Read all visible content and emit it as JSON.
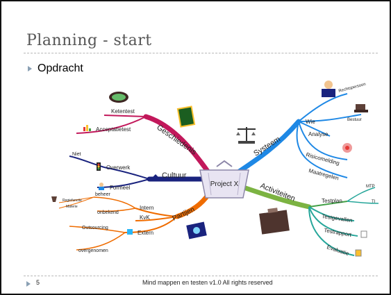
{
  "slide": {
    "title": "Planning - start",
    "bullet": "Opdracht",
    "page_number": "5",
    "footer": "Mind mappen en testen v1.0   All rights reserved"
  },
  "mindmap": {
    "center": "Project X",
    "branches": {
      "geschiedenis": {
        "label": "Geschiedenis",
        "color": "#c2185b",
        "children": [
          "Ketentest",
          "Acceptatietest"
        ]
      },
      "systeem": {
        "label": "Systeem",
        "color": "#1e88e5",
        "children": [
          "Wie",
          "Rechtspersoon",
          "Bestuur",
          "Analyse",
          "Risicomelding",
          "Maatregelen"
        ]
      },
      "cultuur": {
        "label": "Cultuur",
        "color": "#1a237e",
        "children": [
          "Overwerk",
          "Formeel",
          "Niet"
        ]
      },
      "activiteiten": {
        "label": "Activiteiten",
        "color": "#43a047",
        "children": [
          "Testplan",
          "MTP",
          "TI",
          "Testgevallen",
          "Testrapport",
          "Evaluatie"
        ]
      },
      "partijen": {
        "label": "Partijen",
        "color": "#ef6c00",
        "children": [
          "Intern",
          "KvK",
          "Extern",
          "beheer",
          "Regiefunctie",
          "Materie",
          "onbekend",
          "Outsourcing",
          "overgenomen"
        ]
      }
    },
    "icons": [
      "scroll-icon",
      "book-icon",
      "scales-icon",
      "chair-icon",
      "bell-icon",
      "suitcase-icon",
      "person-icon",
      "camera-icon",
      "traffic-light-icon",
      "puzzle-icon"
    ]
  }
}
